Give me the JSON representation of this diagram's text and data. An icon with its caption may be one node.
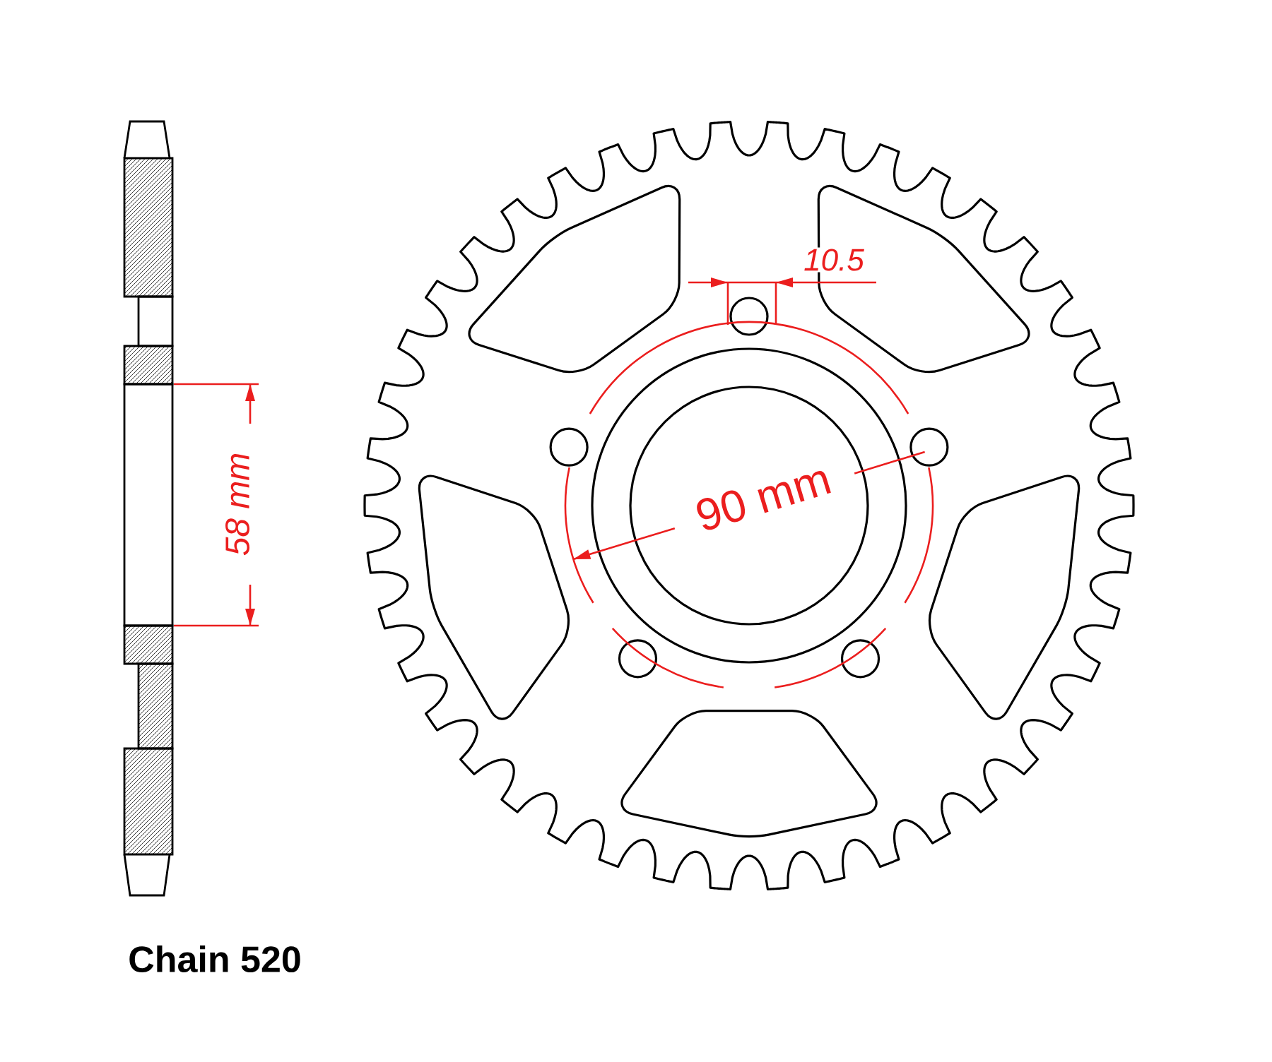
{
  "diagram": {
    "labels": [
      "10.5",
      "58 mm",
      "90 mm",
      "Chain 520"
    ]
  }
}
